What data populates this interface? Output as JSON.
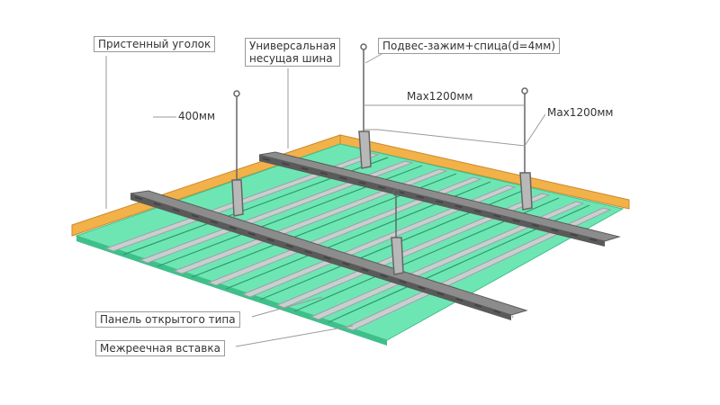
{
  "labels": {
    "wall_angle": "Пристенный уголок",
    "carrier_rail_line1": "Универсальная",
    "carrier_rail_line2": "несущая шина",
    "hanger": "Подвес-зажим+спица(d=4мм)",
    "panel": "Панель открытого типа",
    "insert": "Межреечная вставка"
  },
  "dimensions": {
    "panel_spacing": "400мм",
    "hanger_spacing": "Max1200мм",
    "rail_spacing": "Max1200мм"
  },
  "colors": {
    "panel": "#6ee6b4",
    "panel_dark": "#3fbf8a",
    "wall_angle": "#f3b14a",
    "rail": "#8c8c8c",
    "rail_dark": "#5a5a5a",
    "strip": "#c9cfd0",
    "leader": "#9a9a9a"
  }
}
